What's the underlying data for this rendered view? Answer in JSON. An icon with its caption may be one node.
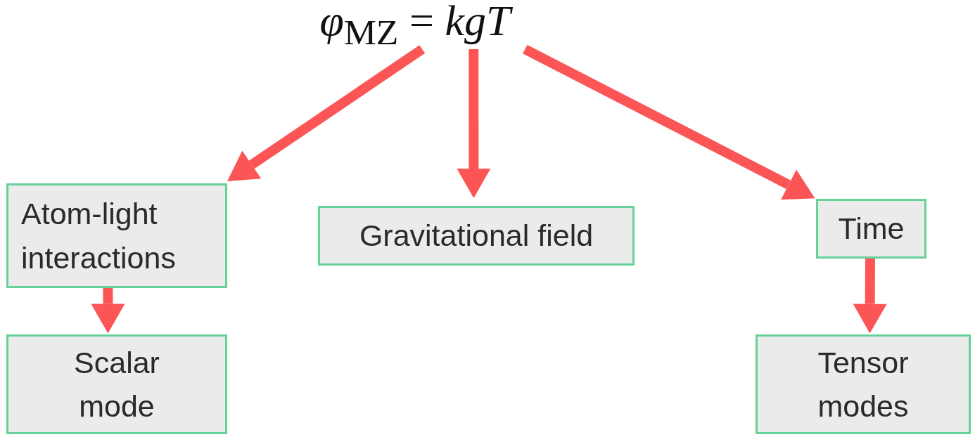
{
  "diagram": {
    "nodes": [
      {
        "text": [
          "*φ*$_{MZ}$ = *kgT*"
        ]
      },
      {
        "text": [
          "Atom-light interactions"
        ]
      },
      {
        "text": [
          "Gravitational field"
        ]
      },
      {
        "text": [
          "Time"
        ]
      },
      {
        "text": [
          "Scalar mode"
        ]
      },
      {
        "text": [
          "Tensor modes"
        ]
      }
    ],
    "edges": [
      {
        "from": 0,
        "to": 1,
        "arrow": "to"
      },
      {
        "from": 0,
        "to": 2,
        "arrow": "to"
      },
      {
        "from": 0,
        "to": 3,
        "arrow": "to"
      },
      {
        "from": 1,
        "to": 4,
        "arrow": "to"
      },
      {
        "from": 3,
        "to": 5,
        "arrow": "to"
      }
    ]
  }
}
